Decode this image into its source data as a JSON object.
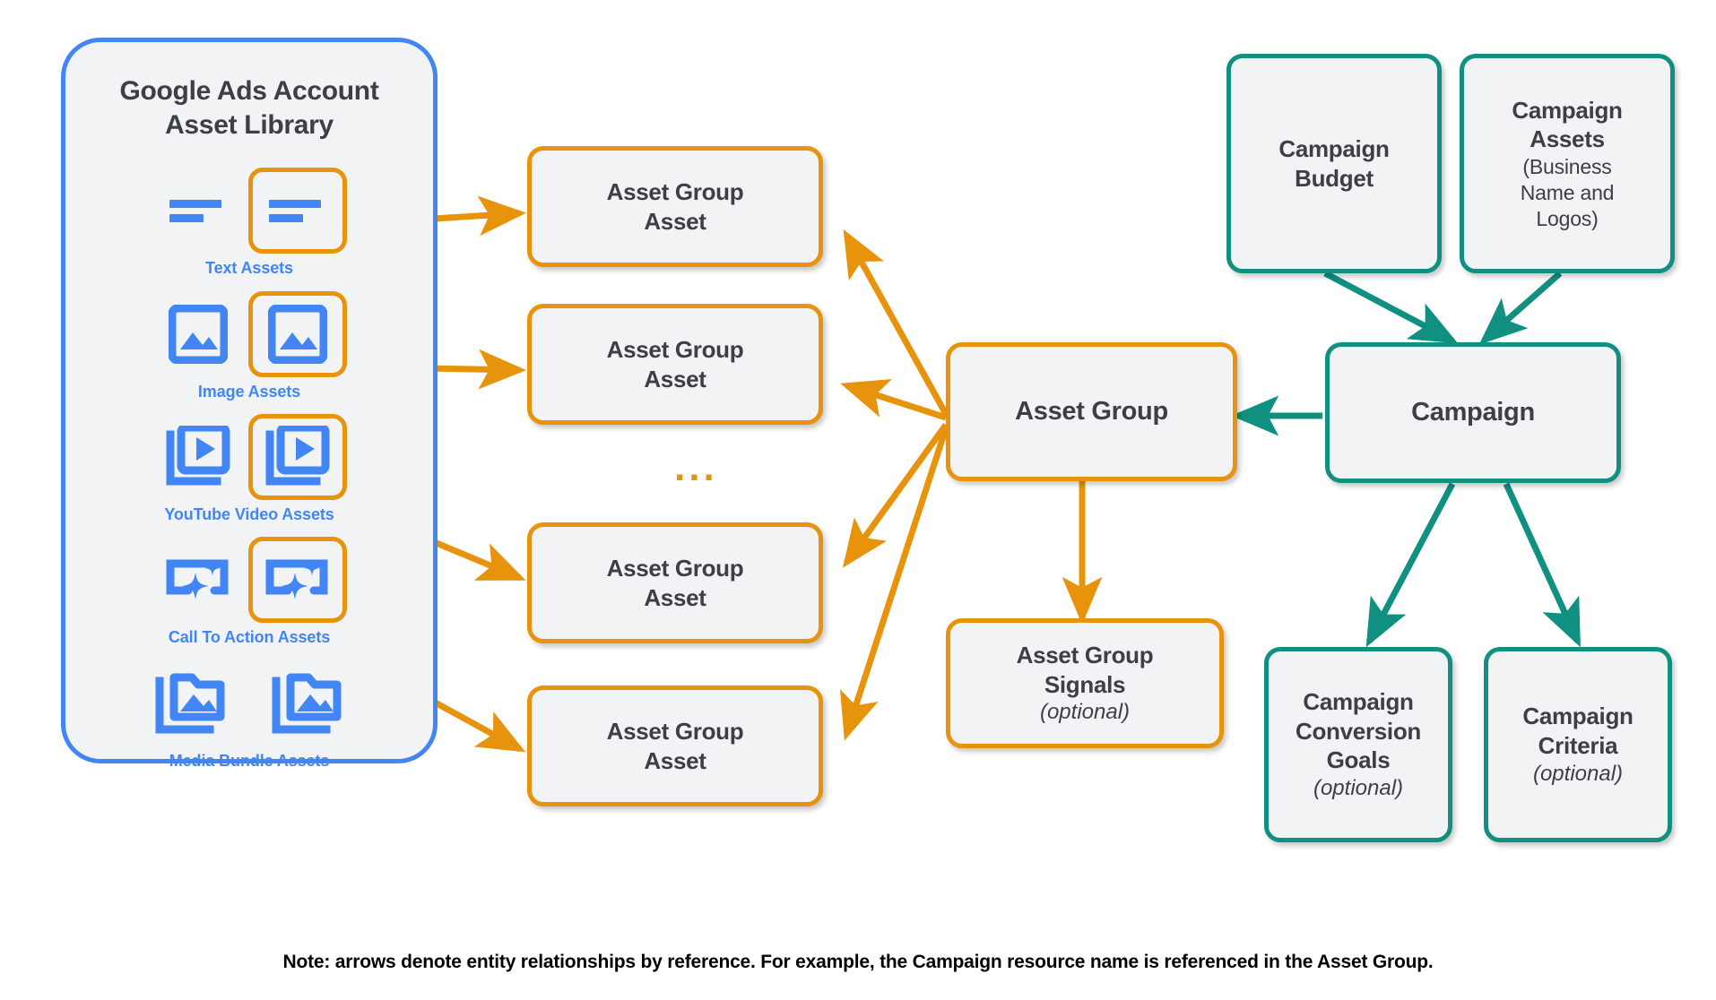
{
  "library": {
    "title_line1": "Google Ads Account",
    "title_line2": "Asset Library",
    "assets": [
      {
        "label": "Text Assets",
        "icon": "text-asset-icon"
      },
      {
        "label": "Image Assets",
        "icon": "image-asset-icon"
      },
      {
        "label": "YouTube Video  Assets",
        "icon": "video-asset-icon"
      },
      {
        "label": "Call To Action Assets",
        "icon": "call-to-action-asset-icon"
      },
      {
        "label": "Media Bundle  Assets",
        "icon": "media-bundle-asset-icon"
      }
    ]
  },
  "asset_group_assets": [
    {
      "line1": "Asset Group",
      "line2": "Asset"
    },
    {
      "line1": "Asset Group",
      "line2": "Asset"
    },
    {
      "line1": "Asset Group",
      "line2": "Asset"
    },
    {
      "line1": "Asset Group",
      "line2": "Asset"
    }
  ],
  "ellipsis": "...",
  "asset_group": {
    "title": "Asset Group"
  },
  "asset_group_signals": {
    "line1": "Asset Group",
    "line2": "Signals",
    "optional": "(optional)"
  },
  "campaign_budget": {
    "line1": "Campaign",
    "line2": "Budget"
  },
  "campaign_assets": {
    "line1": "Campaign",
    "line2": "Assets",
    "sub1": "(Business",
    "sub2": "Name and",
    "sub3": "Logos)"
  },
  "campaign": {
    "title": "Campaign"
  },
  "campaign_conversion_goals": {
    "line1": "Campaign",
    "line2": "Conversion",
    "line3": "Goals",
    "optional": "(optional)"
  },
  "campaign_criteria": {
    "line1": "Campaign",
    "line2": "Criteria",
    "optional": "(optional)"
  },
  "note": "Note: arrows denote entity relationships by reference. For example, the Campaign resource name is referenced in the Asset Group.",
  "colors": {
    "orange": "#e8930c",
    "teal": "#0f9080",
    "blue": "#4285f4",
    "box_fill": "#f1f3f4",
    "text": "#3c4043"
  }
}
